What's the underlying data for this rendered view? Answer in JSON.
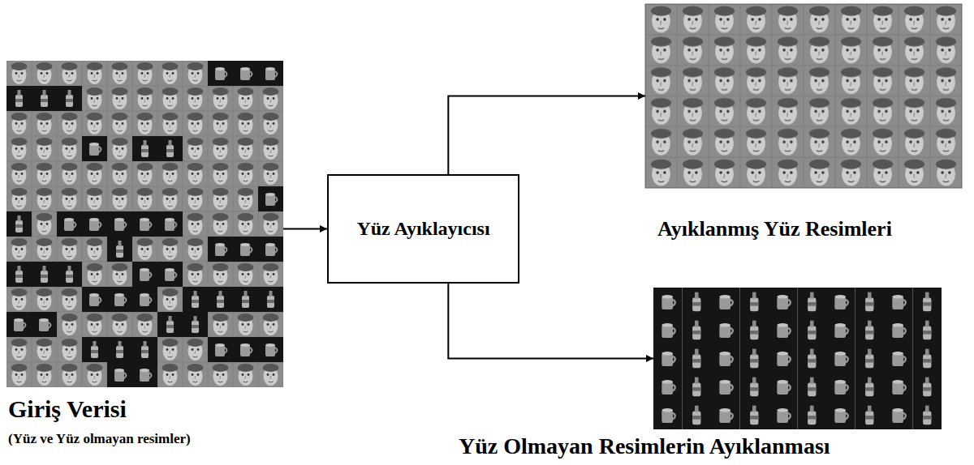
{
  "diagram": {
    "nodes": [
      {
        "text": [
          "Giriş Verisi",
          "(Yüz ve Yüz olmayan resimler)"
        ]
      },
      {
        "text": [
          "Yüz Ayıklayıcısı"
        ]
      },
      {
        "text": [
          "Ayıklanmış Yüz Resimleri"
        ]
      },
      {
        "text": [
          "Yüz Olmayan Resimlerin Ayıklanması"
        ]
      }
    ],
    "edges": [
      {
        "from": 0,
        "to": 1,
        "arrow": "to"
      },
      {
        "from": 1,
        "to": 2,
        "arrow": "to"
      },
      {
        "from": 1,
        "to": 3,
        "arrow": "to"
      }
    ]
  }
}
